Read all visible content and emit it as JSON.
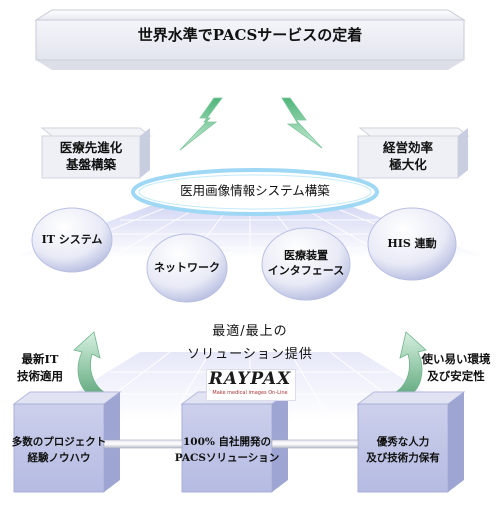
{
  "banner": {
    "title": "世界水準でPACSサービスの定着"
  },
  "top_boxes": {
    "left": {
      "line1": "医療先進化",
      "line2": "基盤構築"
    },
    "right": {
      "line1": "経営効率",
      "line2": "極大化"
    }
  },
  "center": {
    "label": "医用画像情報システム構築"
  },
  "spheres": {
    "it": {
      "line1": "IT システム"
    },
    "network": {
      "line1": "ネットワーク"
    },
    "device": {
      "line1": "医療装置",
      "line2": "インタフェース"
    },
    "his": {
      "line1": "HIS 連動"
    }
  },
  "solution": {
    "line1": "最適/最上の",
    "line2": "ソリューション提供"
  },
  "left_side": {
    "line1": "最新IT",
    "line2": "技術適用"
  },
  "right_side": {
    "line1": "使い易い環境",
    "line2": "及び安定性"
  },
  "logo": {
    "text": "RAYPAX",
    "tagline": "Make medical images On-Line"
  },
  "cubes": {
    "left": {
      "line1": "多数のプロジェクト",
      "line2": "経験ノウハウ"
    },
    "middle": {
      "line1": "100% 自社開発の",
      "line2": "PACSソリューション"
    },
    "right": {
      "line1": "優秀な人力",
      "line2": "及び技術力保有"
    }
  },
  "colors": {
    "box_top": "#e8eaf2",
    "box_front": "#eef0f6",
    "box_side": "#c9cde0",
    "cube_front": "#c3c8e6",
    "cube_top": "#e4e6f4",
    "cube_side": "#9fa6d2",
    "accent_green": "#7fc9a0",
    "ellipse_glow": "#9ed8f5"
  },
  "icons": {
    "left_lightning": "lightning-icon",
    "right_lightning": "lightning-icon",
    "left_arrow": "curved-arrow-up-icon",
    "right_arrow": "curved-arrow-up-icon"
  }
}
